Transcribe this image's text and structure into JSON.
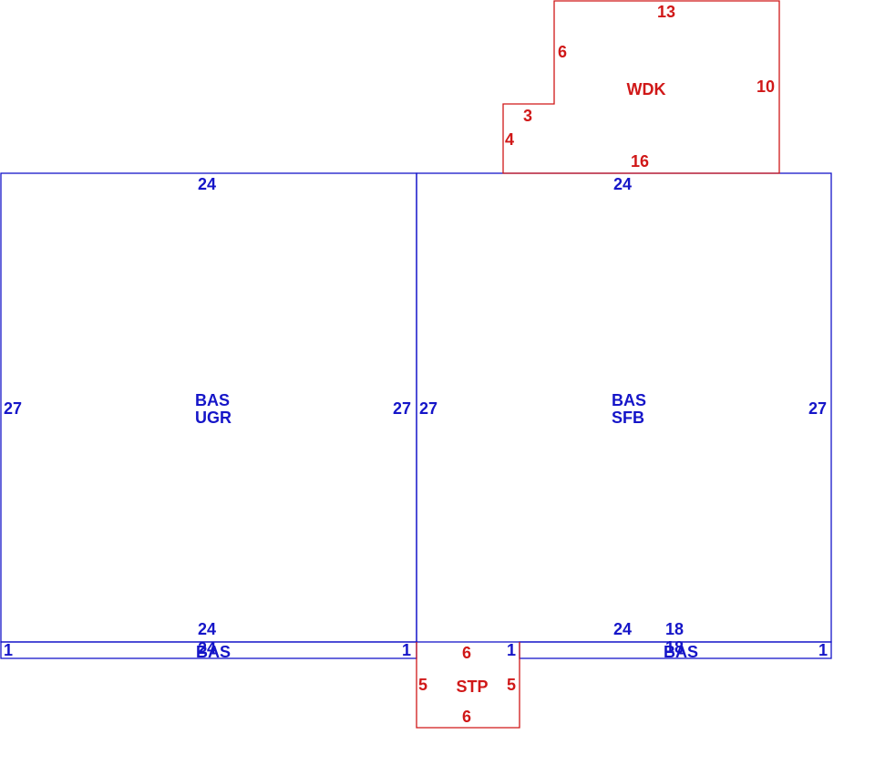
{
  "colors": {
    "main": "#1515c8",
    "addition": "#d01818"
  },
  "areas": {
    "left": {
      "code1": "BAS",
      "code2": "UGR",
      "top": "24",
      "bottom": "24",
      "left": "27",
      "right": "27"
    },
    "right": {
      "code1": "BAS",
      "code2": "SFB",
      "top": "24",
      "bottom": "24",
      "left": "27",
      "right": "27"
    },
    "left_strip": {
      "code": "BAS",
      "top": "24",
      "left": "1",
      "right": "1"
    },
    "right_strip": {
      "code": "BAS",
      "top": "18",
      "bottom": "18",
      "left": "1",
      "right": "1"
    },
    "deck": {
      "code": "WDK",
      "top": "13",
      "right": "10",
      "bottom": "16",
      "left_upper": "6",
      "step": "3",
      "left_lower": "4"
    },
    "stoop": {
      "code": "STP",
      "top": "6",
      "bottom": "6",
      "left": "5",
      "right": "5"
    }
  }
}
